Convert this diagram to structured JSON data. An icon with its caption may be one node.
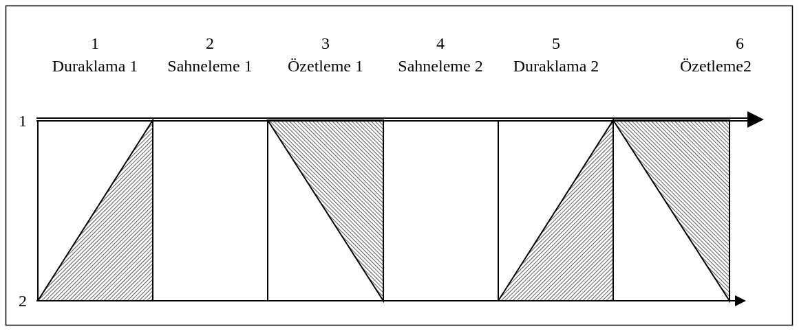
{
  "diagram": {
    "labels": [
      "1",
      "2",
      "3",
      "4",
      "5",
      "6",
      "Duraklama 1",
      "Sahneleme 1",
      "Özetleme 1",
      "Sahneleme 2",
      "Duraklama 2",
      "Özetleme2",
      "1",
      "2"
    ]
  }
}
